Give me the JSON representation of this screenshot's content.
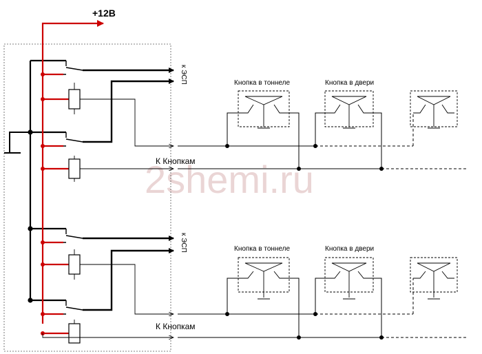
{
  "supply": {
    "label": "+12В",
    "color": "#cc0000"
  },
  "outputs": {
    "to_esp": "к ЭСП"
  },
  "buttons": {
    "tunnel": "Кнопка в тоннеле",
    "door": "Кнопка в двери"
  },
  "bus": {
    "to_buttons": "К Кнопкам"
  },
  "watermark": "2shemi.ru",
  "colors": {
    "wire": "#000000",
    "supply_wire": "#cc0000",
    "dashed_box": "#555555"
  }
}
